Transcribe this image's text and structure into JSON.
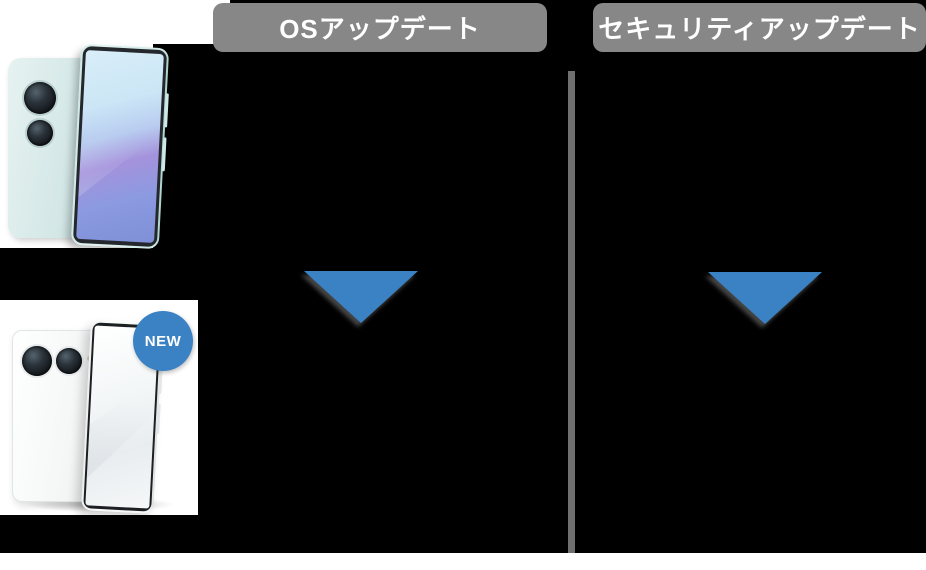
{
  "colors": {
    "accent-blue": "#3b82c4",
    "pill-gray": "#878787",
    "divider-gray": "#6f6f6f",
    "bg-black": "#000000",
    "band-white": "#ffffff"
  },
  "headers": {
    "os": "OSアップデート",
    "security": "セキュリティアップデート"
  },
  "badge": {
    "label": "NEW"
  },
  "icons": {
    "arrow": "down-arrow"
  }
}
